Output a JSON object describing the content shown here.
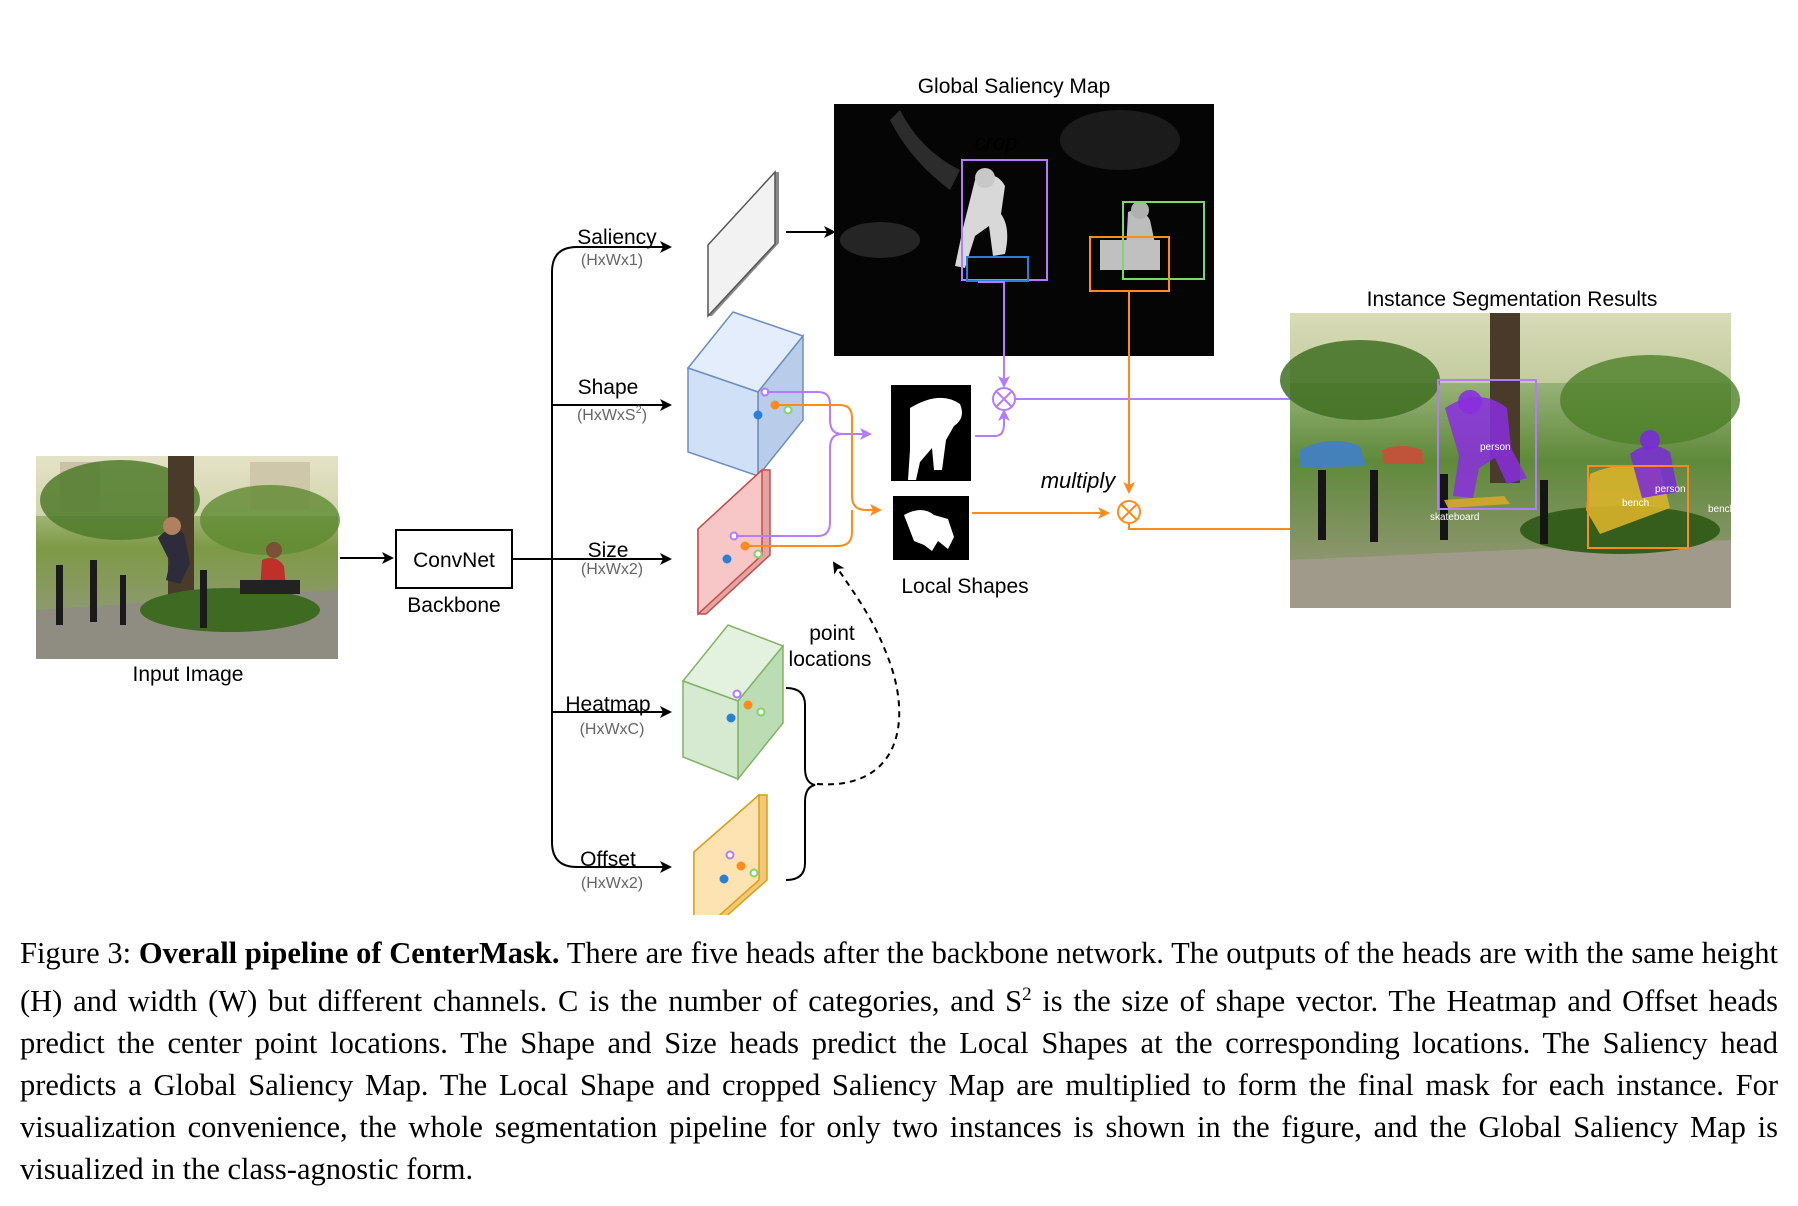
{
  "figure": {
    "input_image_label": "Input Image",
    "convnet_label": "ConvNet",
    "backbone_label": "Backbone",
    "heads": [
      {
        "name": "Saliency",
        "dims": "(HxWx1)",
        "color": "#f2f2f2",
        "stroke": "#555555"
      },
      {
        "name": "Shape",
        "dims_base": "(HxWxS",
        "dims_sup": "2",
        "dims_end": ")",
        "color": "#cfe0f7",
        "stroke": "#6c8ebf"
      },
      {
        "name": "Size",
        "dims": "(HxWx2)",
        "color": "#f7c6c6",
        "stroke": "#c0504d"
      },
      {
        "name": "Heatmap",
        "dims": "(HxWxC)",
        "color": "#d5ead0",
        "stroke": "#82b366"
      },
      {
        "name": "Offset",
        "dims": "(HxWx2)",
        "color": "#fde3b2",
        "stroke": "#d6a11b"
      }
    ],
    "point_locations_label": [
      "point",
      "locations"
    ],
    "global_saliency_title": "Global Saliency Map",
    "crop_label": "crop",
    "local_shapes_label": "Local Shapes",
    "multiply_label": "multiply",
    "results_title": "Instance Segmentation Results",
    "result_tags": [
      "person",
      "person",
      "bench",
      "bench",
      "skateboard"
    ],
    "colors": {
      "purple": "#b57bff",
      "orange": "#ff8c1a",
      "green": "#7fd46a",
      "blue": "#2a7fd8"
    }
  },
  "caption": {
    "prefix": "Figure 3: ",
    "bold": "Overall pipeline of CenterMask.",
    "part1": " There are five heads after the backbone network. The outputs of the heads are with the same height (H) and width (W) but different channels. C is the number of categories, and S",
    "sup": "2",
    "part2": " is the size of shape vector. The Heatmap and Offset heads predict the center point locations. The Shape and Size heads predict the Local Shapes at the corresponding locations. The Saliency head predicts a Global Saliency Map. The Local Shape and cropped Saliency Map are multiplied to form the final mask for each instance. For visualization convenience, the whole segmentation pipeline for only two instances is shown in the figure, and the Global Saliency Map is visualized in the class-agnostic form."
  }
}
